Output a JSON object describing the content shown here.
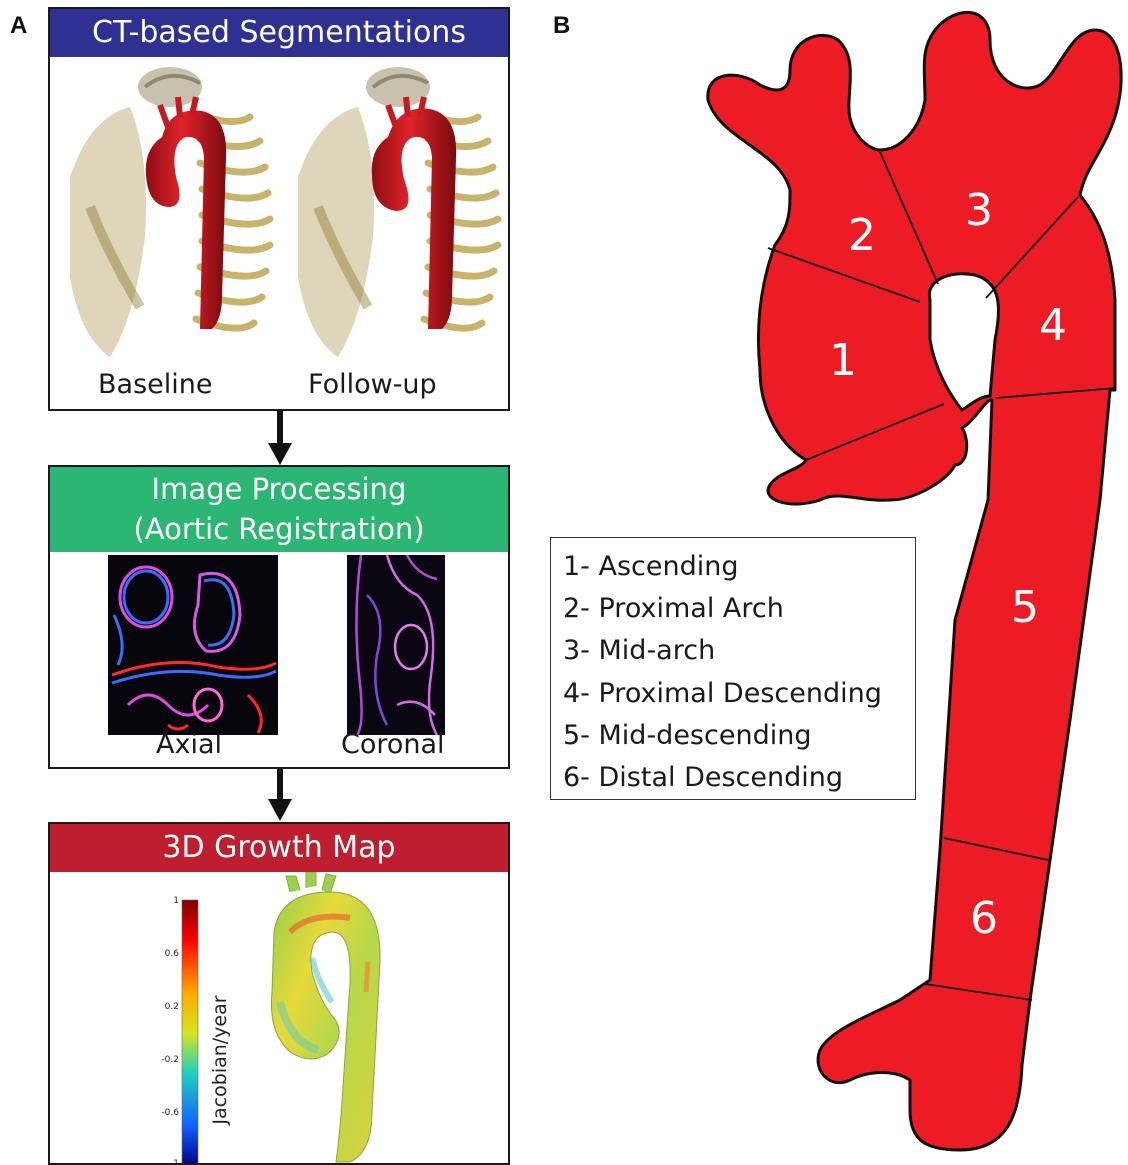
{
  "panel_a": {
    "letter": "A",
    "segmentation_box": {
      "title": "CT-based Segmentations",
      "title_color": "#2e3192",
      "labels": [
        "Baseline",
        "Follow-up"
      ]
    },
    "processing_box": {
      "title_line1": "Image Processing",
      "title_line2": "(Aortic Registration)",
      "title_color": "#2bb673",
      "labels": [
        "Axial",
        "Coronal"
      ]
    },
    "growth_box": {
      "title": "3D Growth Map",
      "title_color": "#be1e2d",
      "colorbar_label": "Jacobian/year",
      "colorbar_ticks": [
        "1",
        "0.6",
        "0.2",
        "-0.2",
        "-0.6",
        "-1"
      ]
    }
  },
  "panel_b": {
    "letter": "B",
    "aorta_color": "#ed1c24",
    "segment_numbers": [
      "1",
      "2",
      "3",
      "4",
      "5",
      "6"
    ],
    "legend": [
      "1- Ascending",
      "2- Proximal Arch",
      "3- Mid-arch",
      "4- Proximal Descending",
      "5- Mid-descending",
      "6- Distal Descending"
    ]
  }
}
